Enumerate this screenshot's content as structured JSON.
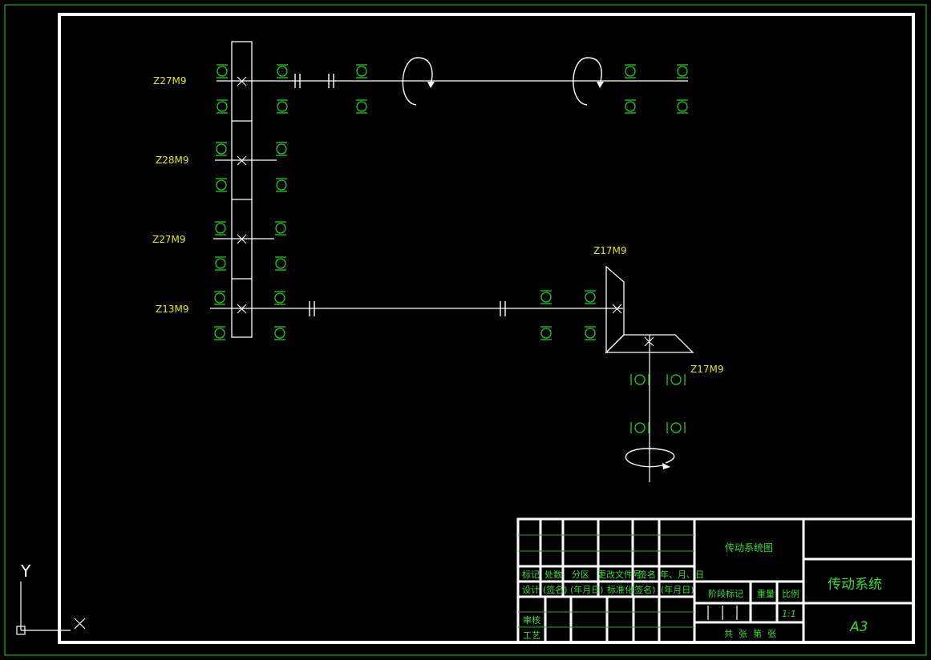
{
  "colors": {
    "background": "#000000",
    "frame": "#ffffff",
    "outer_border": "#22aa22",
    "bearing": "#22cc22",
    "label": "#e8e800",
    "table_text": "#33dd33"
  },
  "gear_labels": {
    "g1": "Z27M9",
    "g2": "Z28M9",
    "g3": "Z27M9",
    "g4": "Z13M9",
    "bevel_top": "Z17M9",
    "bevel_bottom": "Z17M9"
  },
  "title_block": {
    "drawing_name": "传动系统图",
    "product_name": "传动系统",
    "sheet_size": "A3",
    "stage_mark": "阶段标记",
    "weight": "重量",
    "scale_label": "比例",
    "scale_value": "1:1",
    "sheet_count": "共  张  第  张",
    "row_marks": [
      "标记",
      "处数",
      "分区",
      "更改文件号",
      "签名",
      "年、月、日"
    ],
    "row_design": [
      "设计",
      "(签名)",
      "(年月日)",
      "标准化",
      "(签名)",
      "(年月日)"
    ],
    "review": "审核",
    "process": "工艺"
  },
  "axis": {
    "y": "Y",
    "x": "X"
  }
}
